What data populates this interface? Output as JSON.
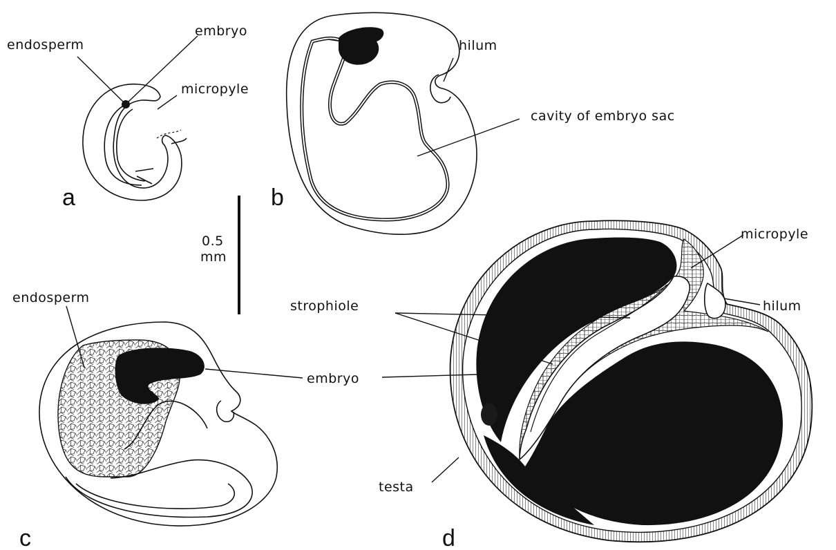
{
  "panels": [
    "a",
    "b",
    "c",
    "d"
  ],
  "labels": {
    "a": {
      "endosperm": "endosperm",
      "embryo": "embryo",
      "micropyle": "micropyle"
    },
    "b": {
      "hilum": "hilum",
      "cavity": "cavity of embryo sac"
    },
    "c": {
      "endosperm": "endosperm",
      "embryo": "embryo"
    },
    "d": {
      "micropyle": "micropyle",
      "strophiole": "strophiole",
      "hilum": "hilum",
      "testa": "testa"
    }
  },
  "scale_bar": {
    "value": "0.5",
    "unit": "mm"
  }
}
